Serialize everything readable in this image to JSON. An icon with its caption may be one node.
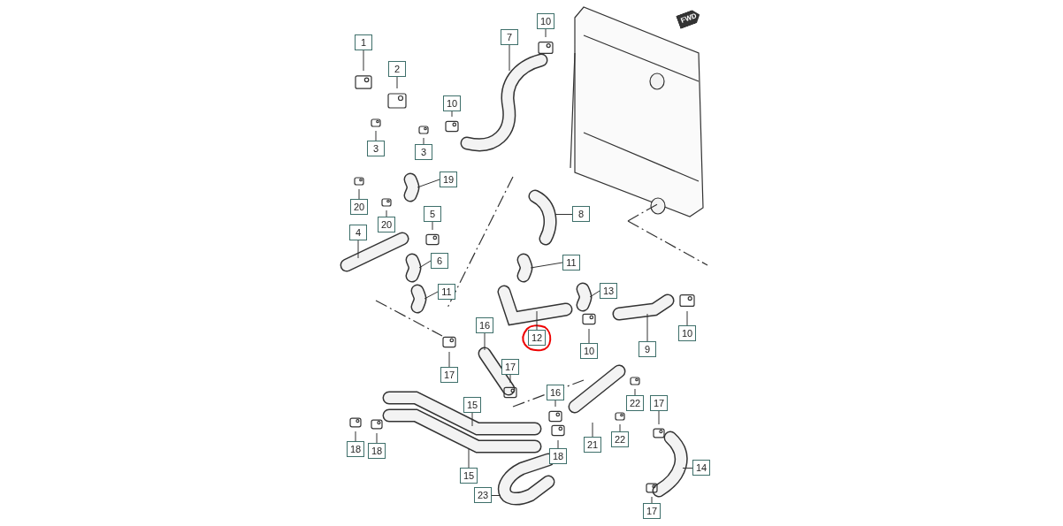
{
  "diagram": {
    "nodes": [
      {
        "text": [
          "1"
        ]
      },
      {
        "text": [
          "2"
        ]
      },
      {
        "text": [
          "3"
        ]
      },
      {
        "text": [
          "10"
        ]
      },
      {
        "text": [
          "3"
        ]
      },
      {
        "text": [
          "7"
        ]
      },
      {
        "text": [
          "10"
        ]
      },
      {
        "text": [
          "8"
        ]
      },
      {
        "text": [
          "19"
        ]
      },
      {
        "text": [
          "5"
        ]
      },
      {
        "text": [
          "20"
        ]
      },
      {
        "text": [
          "20"
        ]
      },
      {
        "text": [
          "4"
        ]
      },
      {
        "text": [
          "6"
        ]
      },
      {
        "text": [
          "11"
        ]
      },
      {
        "text": [
          "11"
        ]
      },
      {
        "text": [
          "13"
        ]
      },
      {
        "text": [
          "12"
        ]
      },
      {
        "text": [
          "10"
        ]
      },
      {
        "text": [
          "9"
        ]
      },
      {
        "text": [
          "10"
        ]
      },
      {
        "text": [
          "16"
        ]
      },
      {
        "text": [
          "17"
        ]
      },
      {
        "text": [
          "17"
        ]
      },
      {
        "text": [
          "15"
        ]
      },
      {
        "text": [
          "16"
        ]
      },
      {
        "text": [
          "22"
        ]
      },
      {
        "text": [
          "17"
        ]
      },
      {
        "text": [
          "18"
        ]
      },
      {
        "text": [
          "18"
        ]
      },
      {
        "text": [
          "15"
        ]
      },
      {
        "text": [
          "18"
        ]
      },
      {
        "text": [
          "21"
        ]
      },
      {
        "text": [
          "22"
        ]
      },
      {
        "text": [
          "14"
        ]
      },
      {
        "text": [
          "23"
        ]
      },
      {
        "text": [
          "17"
        ]
      }
    ],
    "edges": [
      {
        "from": 0,
        "to": null,
        "arrow": "none"
      },
      {
        "from": 1,
        "to": null,
        "arrow": "none"
      },
      {
        "from": 2,
        "to": null,
        "arrow": "none"
      },
      {
        "from": 3,
        "to": null,
        "arrow": "none"
      },
      {
        "from": 4,
        "to": null,
        "arrow": "none"
      },
      {
        "from": 5,
        "to": null,
        "arrow": "none"
      },
      {
        "from": 6,
        "to": null,
        "arrow": "none"
      },
      {
        "from": 7,
        "to": null,
        "arrow": "none"
      },
      {
        "from": 8,
        "to": null,
        "arrow": "none"
      },
      {
        "from": 9,
        "to": null,
        "arrow": "none"
      },
      {
        "from": 10,
        "to": null,
        "arrow": "none"
      },
      {
        "from": 11,
        "to": null,
        "arrow": "none"
      },
      {
        "from": 12,
        "to": null,
        "arrow": "none"
      },
      {
        "from": 13,
        "to": null,
        "arrow": "none"
      },
      {
        "from": 14,
        "to": null,
        "arrow": "none"
      },
      {
        "from": 15,
        "to": null,
        "arrow": "none"
      },
      {
        "from": 16,
        "to": null,
        "arrow": "none"
      },
      {
        "from": 17,
        "to": null,
        "arrow": "none"
      },
      {
        "from": 18,
        "to": null,
        "arrow": "none"
      },
      {
        "from": 19,
        "to": null,
        "arrow": "none"
      },
      {
        "from": 20,
        "to": null,
        "arrow": "none"
      },
      {
        "from": 21,
        "to": null,
        "arrow": "none"
      },
      {
        "from": 22,
        "to": null,
        "arrow": "none"
      },
      {
        "from": 23,
        "to": null,
        "arrow": "none"
      },
      {
        "from": 24,
        "to": null,
        "arrow": "none"
      },
      {
        "from": 25,
        "to": null,
        "arrow": "none"
      },
      {
        "from": 26,
        "to": null,
        "arrow": "none"
      },
      {
        "from": 27,
        "to": null,
        "arrow": "none"
      },
      {
        "from": 28,
        "to": null,
        "arrow": "none"
      },
      {
        "from": 29,
        "to": null,
        "arrow": "none"
      },
      {
        "from": 30,
        "to": null,
        "arrow": "none"
      },
      {
        "from": 31,
        "to": null,
        "arrow": "none"
      },
      {
        "from": 32,
        "to": null,
        "arrow": "none"
      },
      {
        "from": 33,
        "to": null,
        "arrow": "none"
      },
      {
        "from": 34,
        "to": null,
        "arrow": "none"
      },
      {
        "from": 35,
        "to": null,
        "arrow": "none"
      },
      {
        "from": 36,
        "to": null,
        "arrow": "none"
      }
    ],
    "labels": [
      "FWD"
    ]
  }
}
